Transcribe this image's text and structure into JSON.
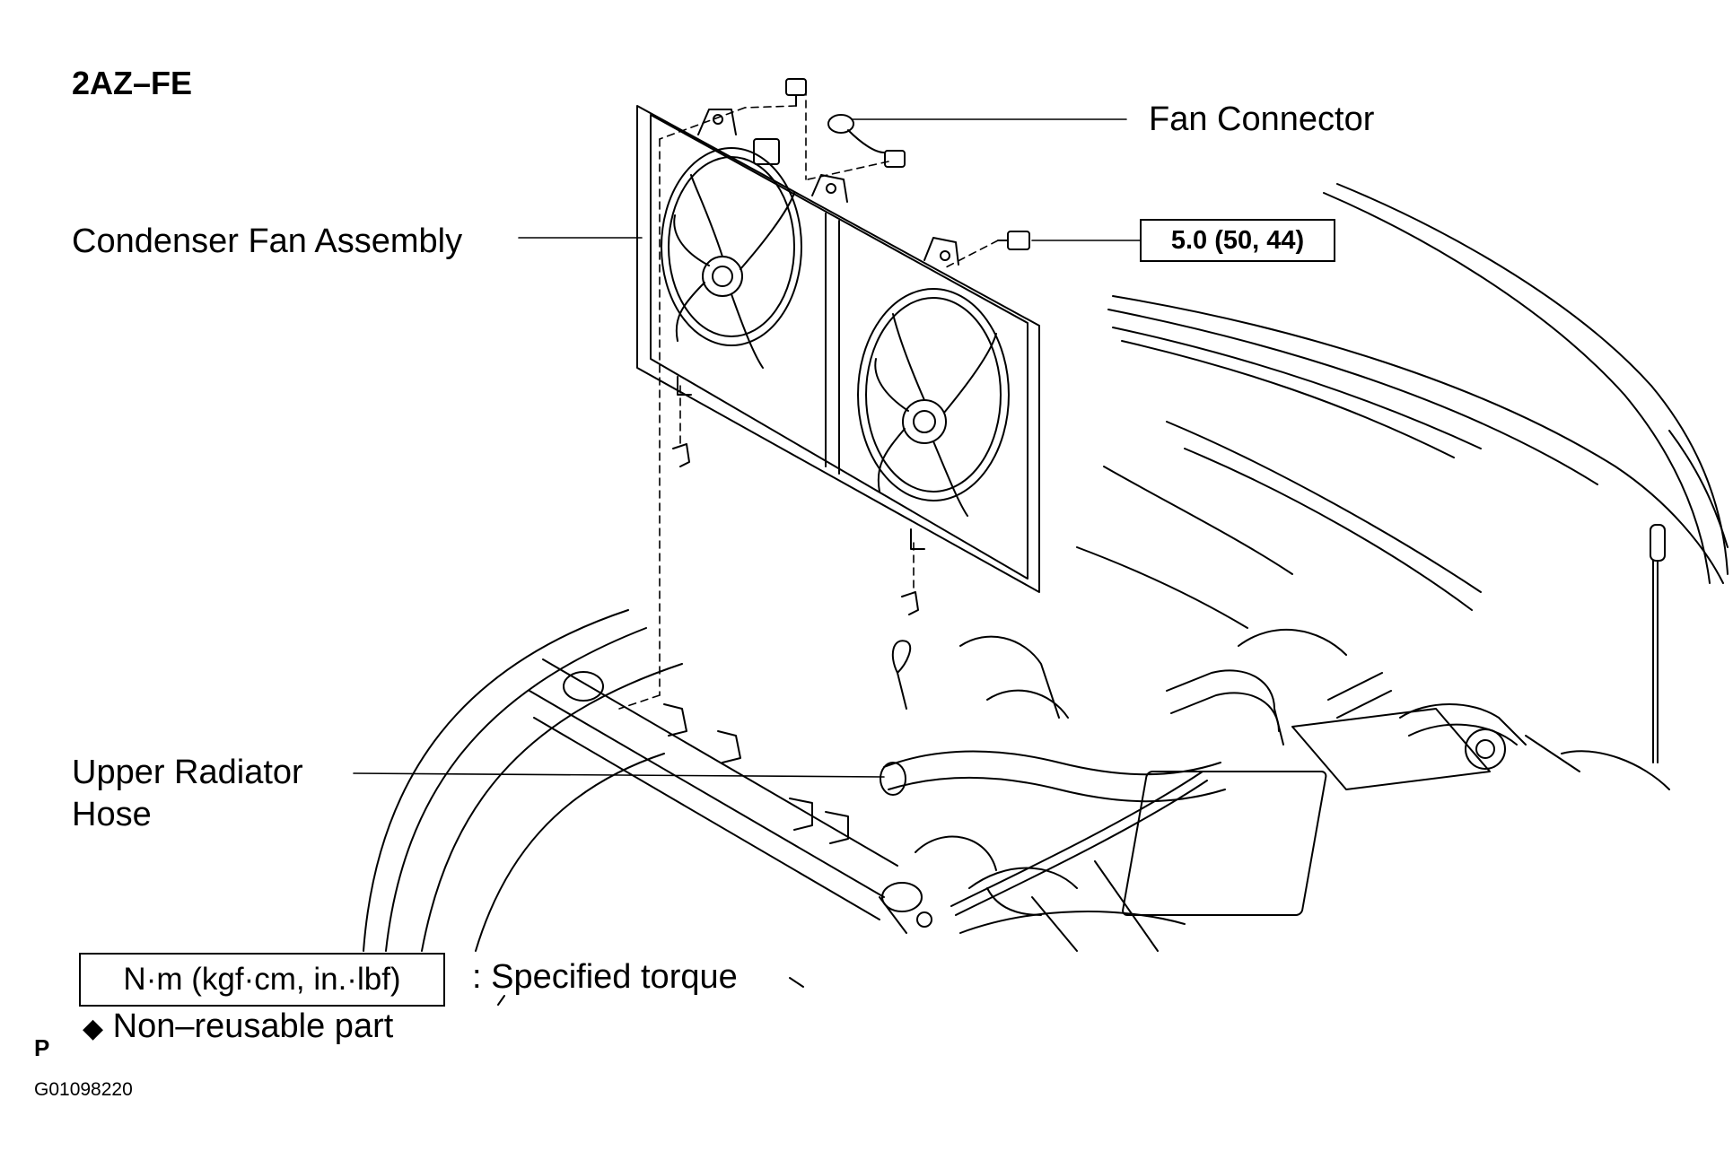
{
  "engine_code": "2AZ–FE",
  "labels": {
    "fan_connector": "Fan Connector",
    "condenser_fan_assembly": "Condenser Fan Assembly",
    "upper_radiator_hose_line1": "Upper Radiator",
    "upper_radiator_hose_line2": "Hose"
  },
  "torque_spec": "5.0 (50, 44)",
  "legend": {
    "torque_unit": "N·m (kgf·cm, in.·lbf)",
    "torque_desc": ": Specified torque",
    "non_reusable_symbol": "◆",
    "non_reusable_desc": "Non–reusable part"
  },
  "corner_mark": "P",
  "figure_id": "G01098220",
  "colors": {
    "ink": "#000000",
    "paper": "#ffffff"
  }
}
